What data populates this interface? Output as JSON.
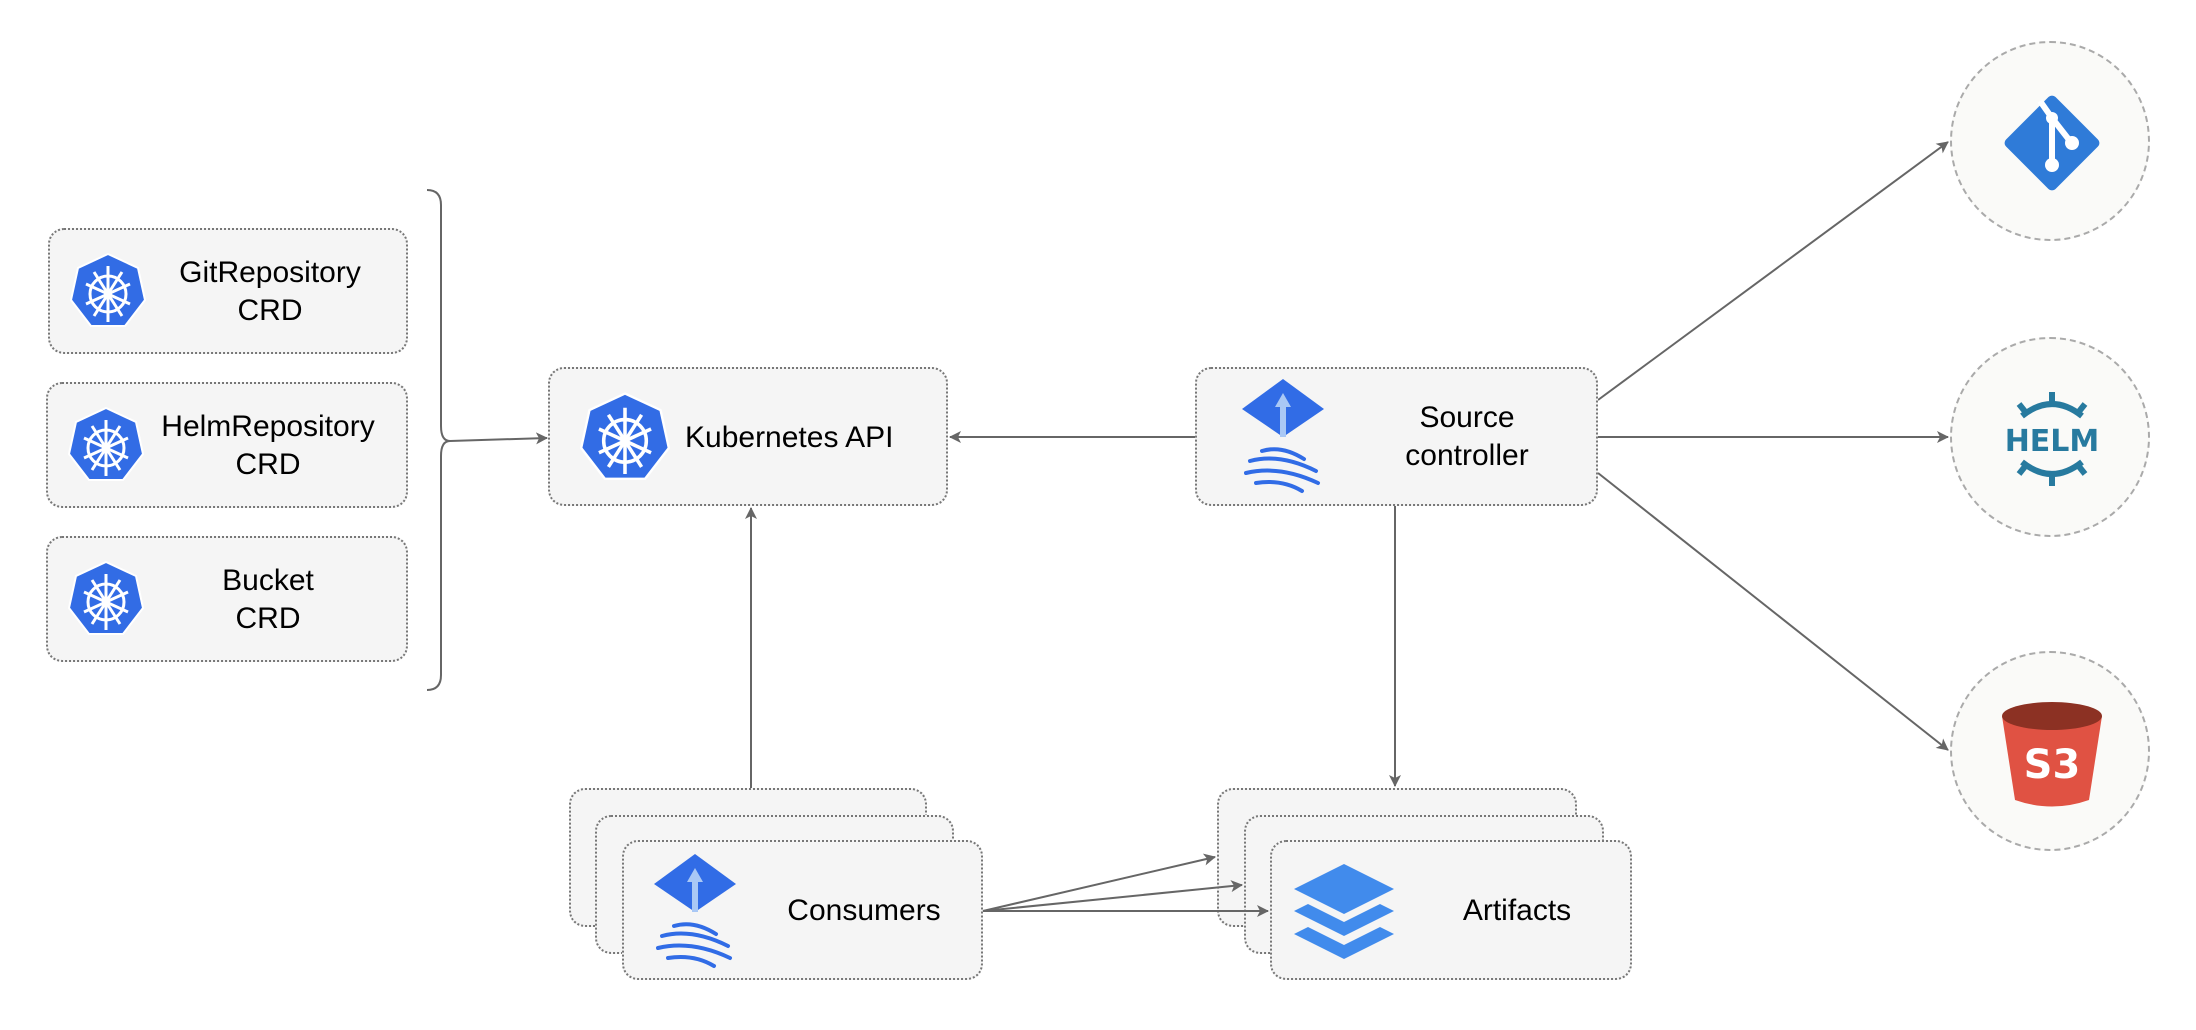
{
  "crds": [
    {
      "line1": "GitRepository",
      "line2": "CRD",
      "icon": "kubernetes-icon"
    },
    {
      "line1": "HelmRepository",
      "line2": "CRD",
      "icon": "kubernetes-icon"
    },
    {
      "line1": "Bucket",
      "line2": "CRD",
      "icon": "kubernetes-icon"
    }
  ],
  "kubernetes_api": {
    "label": "Kubernetes API",
    "icon": "kubernetes-icon"
  },
  "source_controller": {
    "line1": "Source",
    "line2": "controller",
    "icon": "flux-icon"
  },
  "consumers": {
    "label": "Consumers",
    "icon": "flux-icon"
  },
  "artifacts": {
    "label": "Artifacts",
    "icon": "layers-icon"
  },
  "sources": [
    {
      "name": "git",
      "icon": "git-icon",
      "label": ""
    },
    {
      "name": "helm",
      "icon": "helm-icon",
      "label": "HELM"
    },
    {
      "name": "s3",
      "icon": "s3-bucket-icon",
      "label": "S3"
    }
  ],
  "colors": {
    "k8s_blue": "#326ce5",
    "flux_blue": "#316ce6",
    "layers_blue": "#418bec",
    "git_blue": "#2f7bd8",
    "helm_blue": "#277a9f",
    "s3_red": "#e05243",
    "s3_dark": "#8c3123",
    "edge": "#666666"
  }
}
